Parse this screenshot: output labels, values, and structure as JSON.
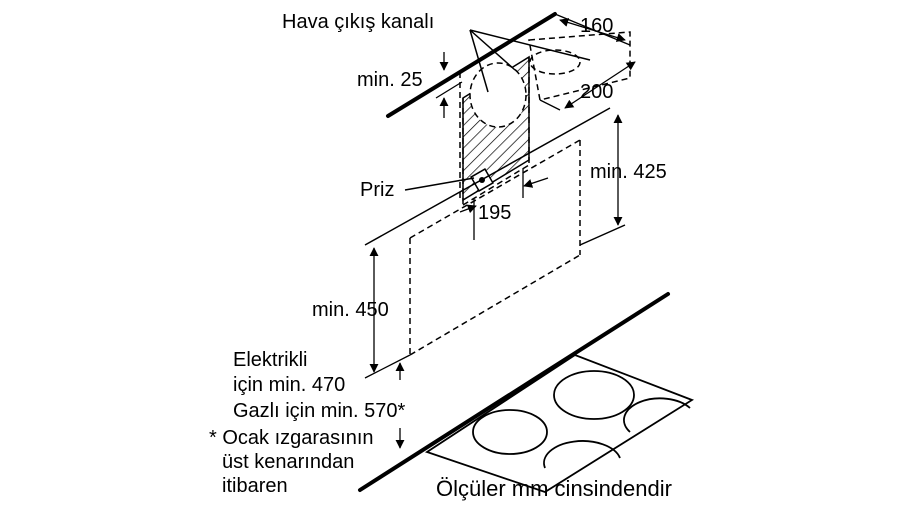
{
  "labels": {
    "air_outlet": "Hava çıkış kanalı",
    "socket": "Priz",
    "min25": "min. 25",
    "dim160": "160",
    "dim200": "200",
    "min425": "min. 425",
    "dim195": "195",
    "min450": "min. 450",
    "electric_line1": "Elektrikli",
    "electric_line2": "için min. 470",
    "gas_line": "Gazlı için min. 570*",
    "note_line1": "* Ocak ızgarasının",
    "note_line2": "üst kenarından",
    "note_line3": "itibaren",
    "units_note": "Ölçüler mm cinsindendir"
  }
}
